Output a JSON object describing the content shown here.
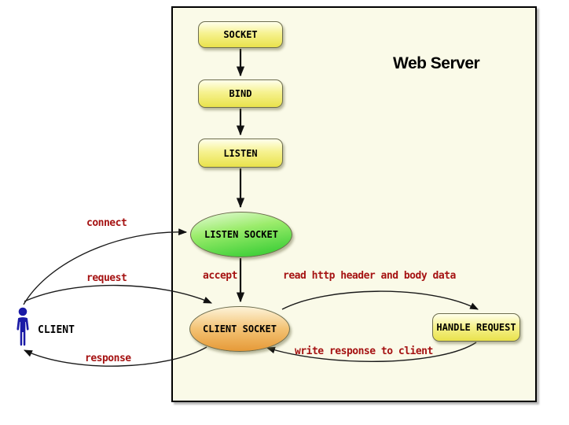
{
  "diagram": {
    "title": "Web Server",
    "nodes": {
      "socket": "SOCKET",
      "bind": "BIND",
      "listen": "LISTEN",
      "listen_socket": "LISTEN SOCKET",
      "client_socket": "CLIENT SOCKET",
      "handle_request": "HANDLE REQUEST"
    },
    "actor": {
      "label": "CLIENT"
    },
    "edge_labels": {
      "connect": "connect",
      "request": "request",
      "response": "response",
      "accept": "accept",
      "read_http": "read http header and body data",
      "write_response": "write response to client"
    },
    "colors": {
      "container_background": "#FAFAE8",
      "box_yellow_top": "#FFFFEC",
      "box_yellow_bottom": "#E9E24C",
      "ellipse_green": "#3ECF38",
      "ellipse_orange": "#E69A38",
      "edge_label_red": "#A51212",
      "actor_blue": "#1A1AA6",
      "shape_border": "#6D6D4E"
    }
  }
}
